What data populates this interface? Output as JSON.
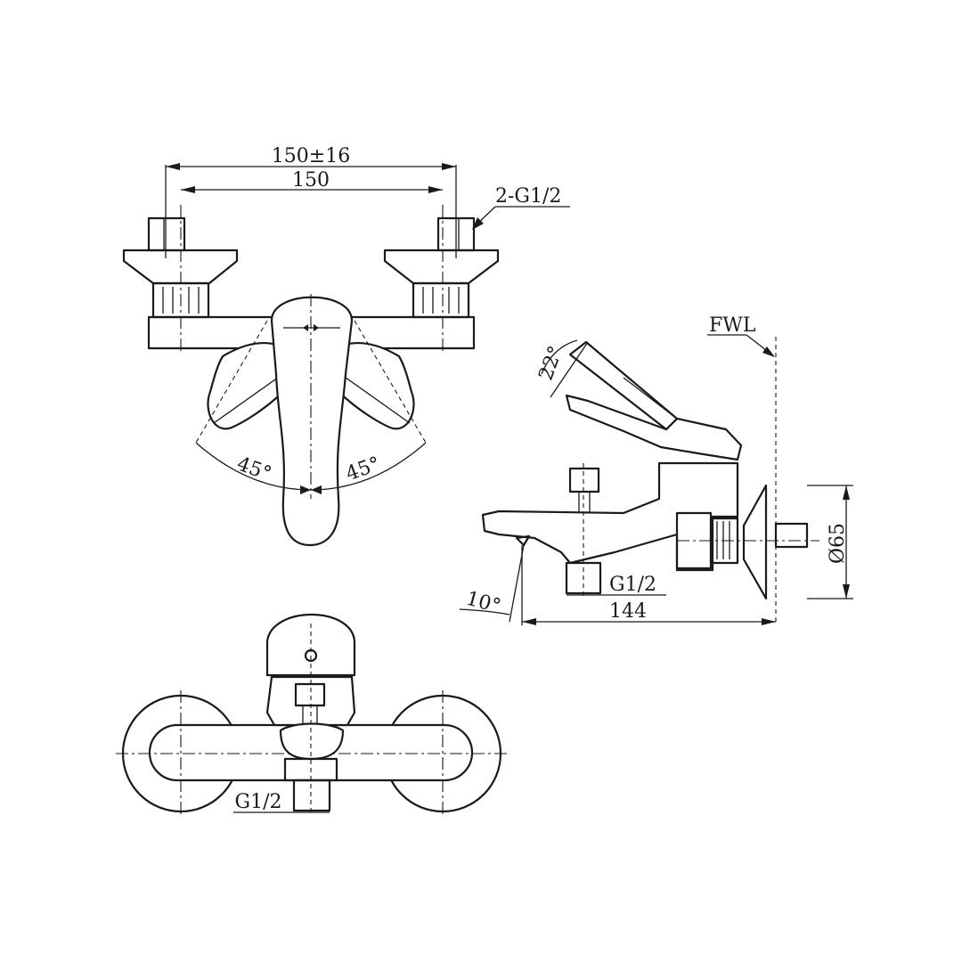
{
  "front_view": {
    "dim_outer": "150±16",
    "dim_inner": "150",
    "inlet_label": "2-G1/2",
    "angle_left": "45°",
    "angle_right": "45°"
  },
  "side_view": {
    "wall_label": "FWL",
    "handle_angle": "22°",
    "spout_angle": "10°",
    "outlet_label": "G1/2",
    "depth": "144",
    "flange_dia": "Ø65"
  },
  "top_view": {
    "outlet_label": "G1/2"
  }
}
